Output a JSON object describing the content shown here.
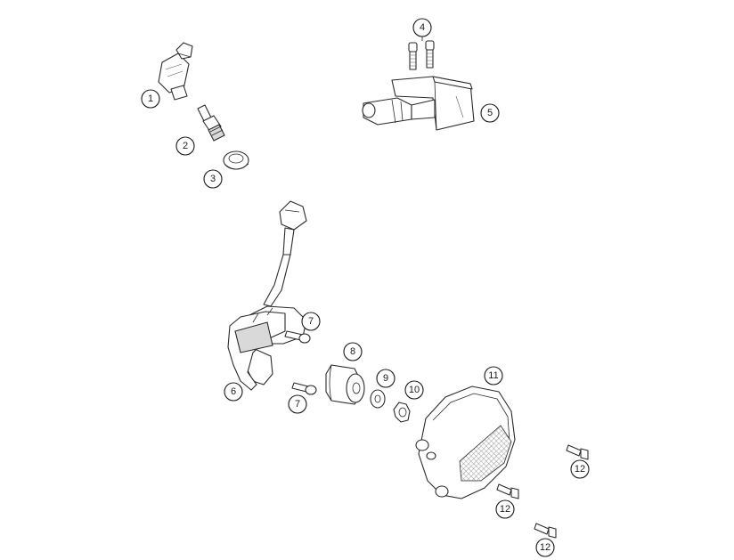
{
  "diagram": {
    "callouts": [
      {
        "id": "c1",
        "label": "1"
      },
      {
        "id": "c2",
        "label": "2"
      },
      {
        "id": "c3",
        "label": "3"
      },
      {
        "id": "c4",
        "label": "4"
      },
      {
        "id": "c5",
        "label": "5"
      },
      {
        "id": "c6",
        "label": "6"
      },
      {
        "id": "c7a",
        "label": "7"
      },
      {
        "id": "c7b",
        "label": "7"
      },
      {
        "id": "c8",
        "label": "8"
      },
      {
        "id": "c9",
        "label": "9"
      },
      {
        "id": "c10",
        "label": "10"
      },
      {
        "id": "c11",
        "label": "11"
      },
      {
        "id": "c12a",
        "label": "12"
      },
      {
        "id": "c12b",
        "label": "12"
      },
      {
        "id": "c12c",
        "label": "12"
      }
    ]
  }
}
